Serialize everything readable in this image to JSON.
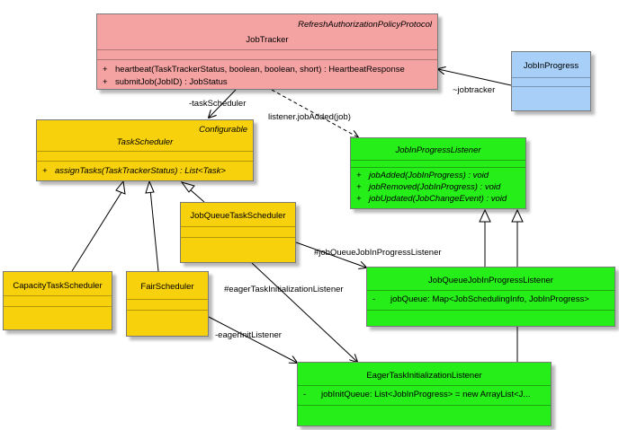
{
  "classes": {
    "job_tracker": {
      "stereotype": "RefreshAuthorizationPolicyProtocol",
      "name": "JobTracker",
      "operations": [
        {
          "vis": "+",
          "text": "heartbeat(TaskTrackerStatus, boolean, boolean, short) : HeartbeatResponse"
        },
        {
          "vis": "+",
          "text": "submitJob(JobID) : JobStatus"
        }
      ],
      "color": "#f5a2a2"
    },
    "job_in_progress": {
      "name": "JobInProgress",
      "color": "#a7cff8"
    },
    "task_scheduler": {
      "stereotype": "Configurable",
      "name": "TaskScheduler",
      "operations": [
        {
          "vis": "+",
          "text": "assignTasks(TaskTrackerStatus) : List<Task>"
        }
      ],
      "color": "#f7d10b"
    },
    "job_in_progress_listener": {
      "name": "JobInProgressListener",
      "operations": [
        {
          "vis": "+",
          "text": "jobAdded(JobInProgress) : void"
        },
        {
          "vis": "+",
          "text": "jobRemoved(JobInProgress) : void"
        },
        {
          "vis": "+",
          "text": "jobUpdated(JobChangeEvent) : void"
        }
      ],
      "color": "#26ee18"
    },
    "job_queue_task_scheduler": {
      "name": "JobQueueTaskScheduler",
      "color": "#f7d10b"
    },
    "capacity_task_scheduler": {
      "name": "CapacityTaskScheduler",
      "color": "#f7d10b"
    },
    "fair_scheduler": {
      "name": "FairScheduler",
      "color": "#f7d10b"
    },
    "job_queue_job_in_progress_listener": {
      "name": "JobQueueJobInProgressListener",
      "attributes": [
        {
          "vis": "-",
          "text": "jobQueue:  Map<JobSchedulingInfo, JobInProgress>"
        }
      ],
      "color": "#26ee18"
    },
    "eager_task_initialization_listener": {
      "name": "EagerTaskInitializationListener",
      "attributes": [
        {
          "vis": "-",
          "text": "jobInitQueue:  List<JobInProgress> = new ArrayList<J..."
        }
      ],
      "color": "#26ee18"
    }
  },
  "association_labels": {
    "task_scheduler_role": "-taskScheduler",
    "job_added": "listener.jobAdded(job)",
    "jobtracker_role": "~jobtracker",
    "job_queue_listener_role": "#jobQueueJobInProgressListener",
    "eager_listener_role": "#eagerTaskInitializationListener",
    "eager_init_listener_role": "-eagerInitListener"
  }
}
